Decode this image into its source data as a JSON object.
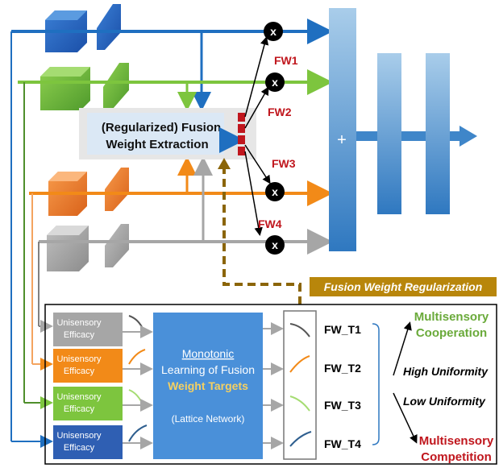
{
  "extraction_box": {
    "line1": "(Regularized) Fusion",
    "line2": "Weight Extraction"
  },
  "fusion_weights": [
    "FW1",
    "FW2",
    "FW3",
    "FW4"
  ],
  "multiply_symbol": "x",
  "plus_symbol": "+",
  "regularization_label": "Fusion Weight Regularization",
  "unisensory_label_line1": "Unisensory",
  "unisensory_label_line2": "Efficacy",
  "monotonic_box": {
    "line1": "Monotonic",
    "line2": "Learning of Fusion",
    "line3": "Weight Targets",
    "line4": "(Lattice Network)"
  },
  "targets": [
    "FW_T1",
    "FW_T2",
    "FW_T3",
    "FW_T4"
  ],
  "right_side": {
    "cooperation_line1": "Multisensory",
    "cooperation_line2": "Cooperation",
    "high_uniformity": "High Uniformity",
    "low_uniformity": "Low Uniformity",
    "competition_line1": "Multisensory",
    "competition_line2": "Competition"
  },
  "colors": {
    "blue": "#1f6fc0",
    "green": "#7dc53e",
    "orange": "#f28a18",
    "gray": "#a6a6a6",
    "red": "#c0161d",
    "gold": "#b8860b"
  }
}
